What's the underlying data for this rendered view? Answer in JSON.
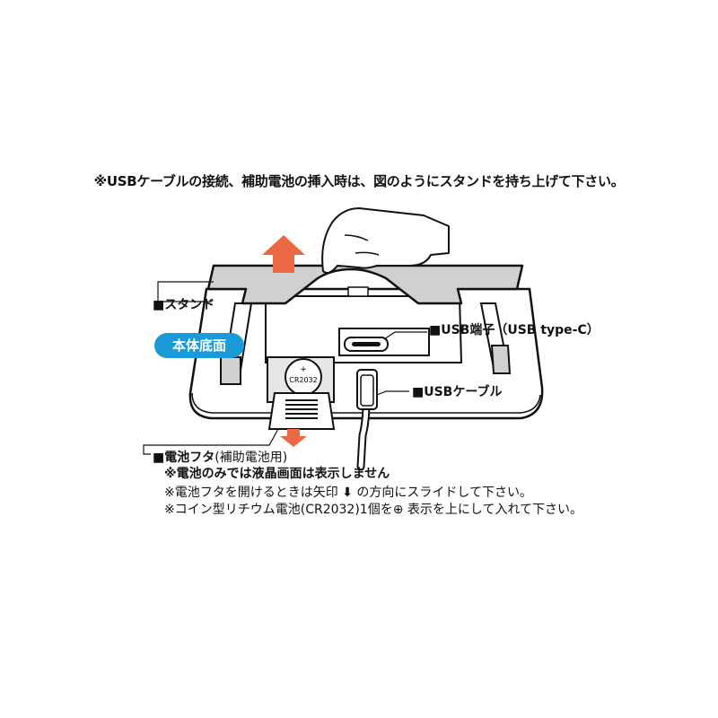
{
  "top_note": "※USBケーブルの接続、補助電池の挿入時は、図のようにスタンドを持ち上げて下さい。",
  "labels": {
    "stand": "■スタンド",
    "main_body_bottom": "本体底面",
    "usb_port": "■USB端子（USB type-C）",
    "usb_cable": "■USBケーブル",
    "battery_cover": "■電池フタ",
    "battery_cover_sub": "(補助電池用)"
  },
  "notes": {
    "note1": "※電池のみでは液晶画面は表示しません",
    "note2_a": "※電池フタを開けるときは矢印",
    "note2_b": "の方向にスライドして下さい。",
    "note3_a": "※コイン型リチウム電池(CR2032)1個を",
    "note3_b": "表示を上にして入れて下さい。"
  },
  "battery": {
    "model": "CR2032",
    "symbol": "+"
  },
  "colors": {
    "arrow": "#ec6a43",
    "badge": "#1a9ad6",
    "stand_fill": "#d0d0d0"
  }
}
